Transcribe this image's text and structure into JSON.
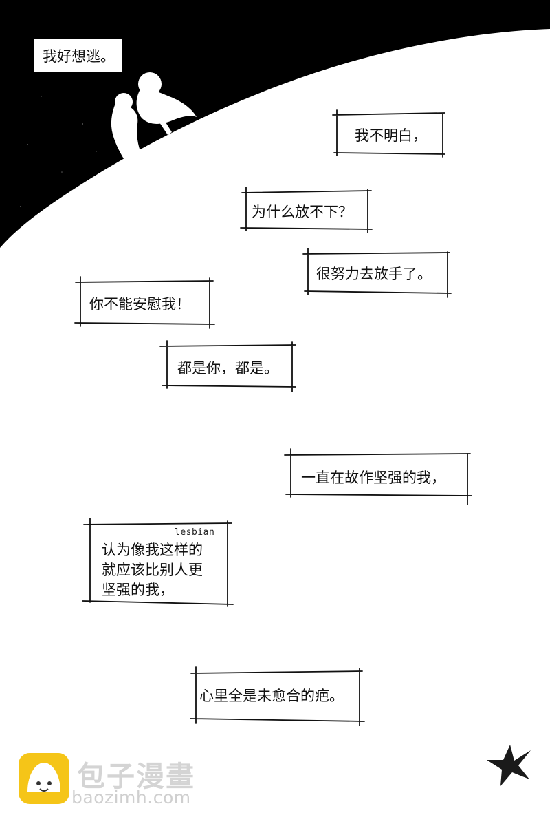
{
  "captions": [
    {
      "id": "escape",
      "lines": [
        "我好想逃。"
      ]
    },
    {
      "id": "dont-understand",
      "lines": [
        "我不明白，"
      ]
    },
    {
      "id": "why-cant-let-go",
      "lines": [
        "为什么放不下？"
      ]
    },
    {
      "id": "tried-let-go",
      "lines": [
        "很努力去放手了。"
      ]
    },
    {
      "id": "cant-comfort",
      "lines": [
        "你不能安慰我！"
      ]
    },
    {
      "id": "all-you",
      "lines": [
        "都是你，都是。"
      ]
    },
    {
      "id": "pretend-strong",
      "lines": [
        "一直在故作坚强的我，"
      ]
    },
    {
      "id": "lesbian-should",
      "ruby": "lesbian",
      "lines": [
        "认为像我这样的",
        "就应该比别人更",
        "坚强的我，"
      ]
    },
    {
      "id": "scars",
      "lines": [
        "心里全是未愈合的疤。"
      ]
    }
  ],
  "watermark": {
    "name": "包子漫畫",
    "url": "baozimh.com",
    "accent": "#f5c518"
  }
}
